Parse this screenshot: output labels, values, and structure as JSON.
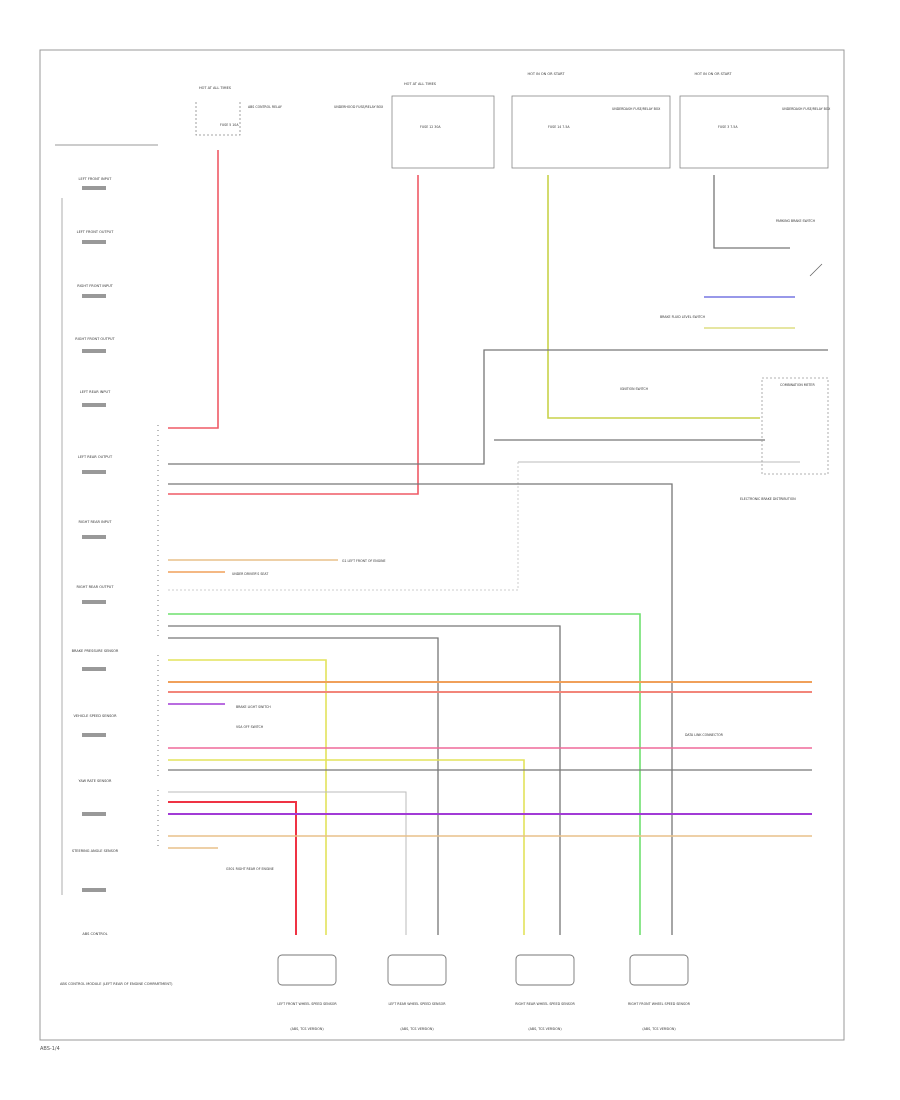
{
  "modules": [
    {
      "label": "LEFT FRONT INPUT"
    },
    {
      "label": "LEFT FRONT OUTPUT"
    },
    {
      "label": "RIGHT FRONT INPUT"
    },
    {
      "label": "RIGHT FRONT OUTPUT"
    },
    {
      "label": "LEFT REAR INPUT"
    },
    {
      "label": "LEFT REAR OUTPUT"
    },
    {
      "label": "RIGHT REAR INPUT"
    },
    {
      "label": "RIGHT REAR OUTPUT"
    },
    {
      "label": "BRAKE PRESSURE SENSOR"
    },
    {
      "label": "VEHICLE SPEED SENSOR"
    },
    {
      "label": "YAW RATE SENSOR"
    },
    {
      "label": "STEERING ANGLE SENSOR"
    },
    {
      "label": "ABS CONTROL"
    }
  ],
  "control_module_label": "ABS CONTROL MODULE (LEFT REAR OF ENGINE COMPARTMENT)",
  "fuse_blocks": [
    {
      "title": "HOT AT ALL TIMES",
      "fuse": "FUSE 5 10A",
      "note": "ABS CONTROL RELAY"
    },
    {
      "title": "HOT AT ALL TIMES",
      "fuse": "FUSE 12 30A",
      "note": "UNDERHOOD FUSE/RELAY BOX"
    },
    {
      "title": "HOT IN ON OR START",
      "fuse": "FUSE 14 7.5A",
      "note": "UNDERDASH FUSE/RELAY BOX"
    },
    {
      "title": "HOT IN ON OR START",
      "fuse": "FUSE 3 7.5A",
      "note": "UNDERDASH FUSE/RELAY BOX"
    }
  ],
  "wire_colors": {
    "red": "#ef5a66",
    "yellow_green": "#c8d24a",
    "gray": "#777777",
    "light_gray": "#bdbdbd",
    "green": "#6fe06f",
    "yellow": "#e3e35c",
    "orange": "#f0a05a",
    "salmon": "#f2867a",
    "purple": "#a23bd6",
    "pink": "#ef6a9a",
    "tan": "#e8c08a"
  },
  "right_side": {
    "parking_brake": "PARKING BRAKE SWITCH",
    "brake_fluid": "BRAKE FLUID LEVEL SWITCH",
    "ignition": "IGNITION SWITCH",
    "combination": "COMBINATION METER",
    "electronic_brake": "ELECTRONIC BRAKE DISTRIBUTION",
    "data_link": "DATA LINK CONNECTOR",
    "brake_light": "BRAKE LIGHT SWITCH",
    "off_switch": "VSA OFF SWITCH"
  },
  "splices": [
    {
      "label": "G1 LEFT FRONT OF ENGINE"
    },
    {
      "label": "UNDER DRIVER'S SEAT"
    },
    {
      "label": "G501 RIGHT REAR OF ENGINE"
    }
  ],
  "sensors": [
    {
      "title": "LEFT FRONT WHEEL SPEED SENSOR",
      "note": "(ABS, TCS VERSION)"
    },
    {
      "title": "LEFT REAR WHEEL SPEED SENSOR",
      "note": "(ABS, TCS VERSION)"
    },
    {
      "title": "RIGHT REAR WHEEL SPEED SENSOR",
      "note": "(ABS, TCS VERSION)"
    },
    {
      "title": "RIGHT FRONT WHEEL SPEED SENSOR",
      "note": "(ABS, TCS VERSION)"
    }
  ],
  "footer": "ABS-1/4"
}
